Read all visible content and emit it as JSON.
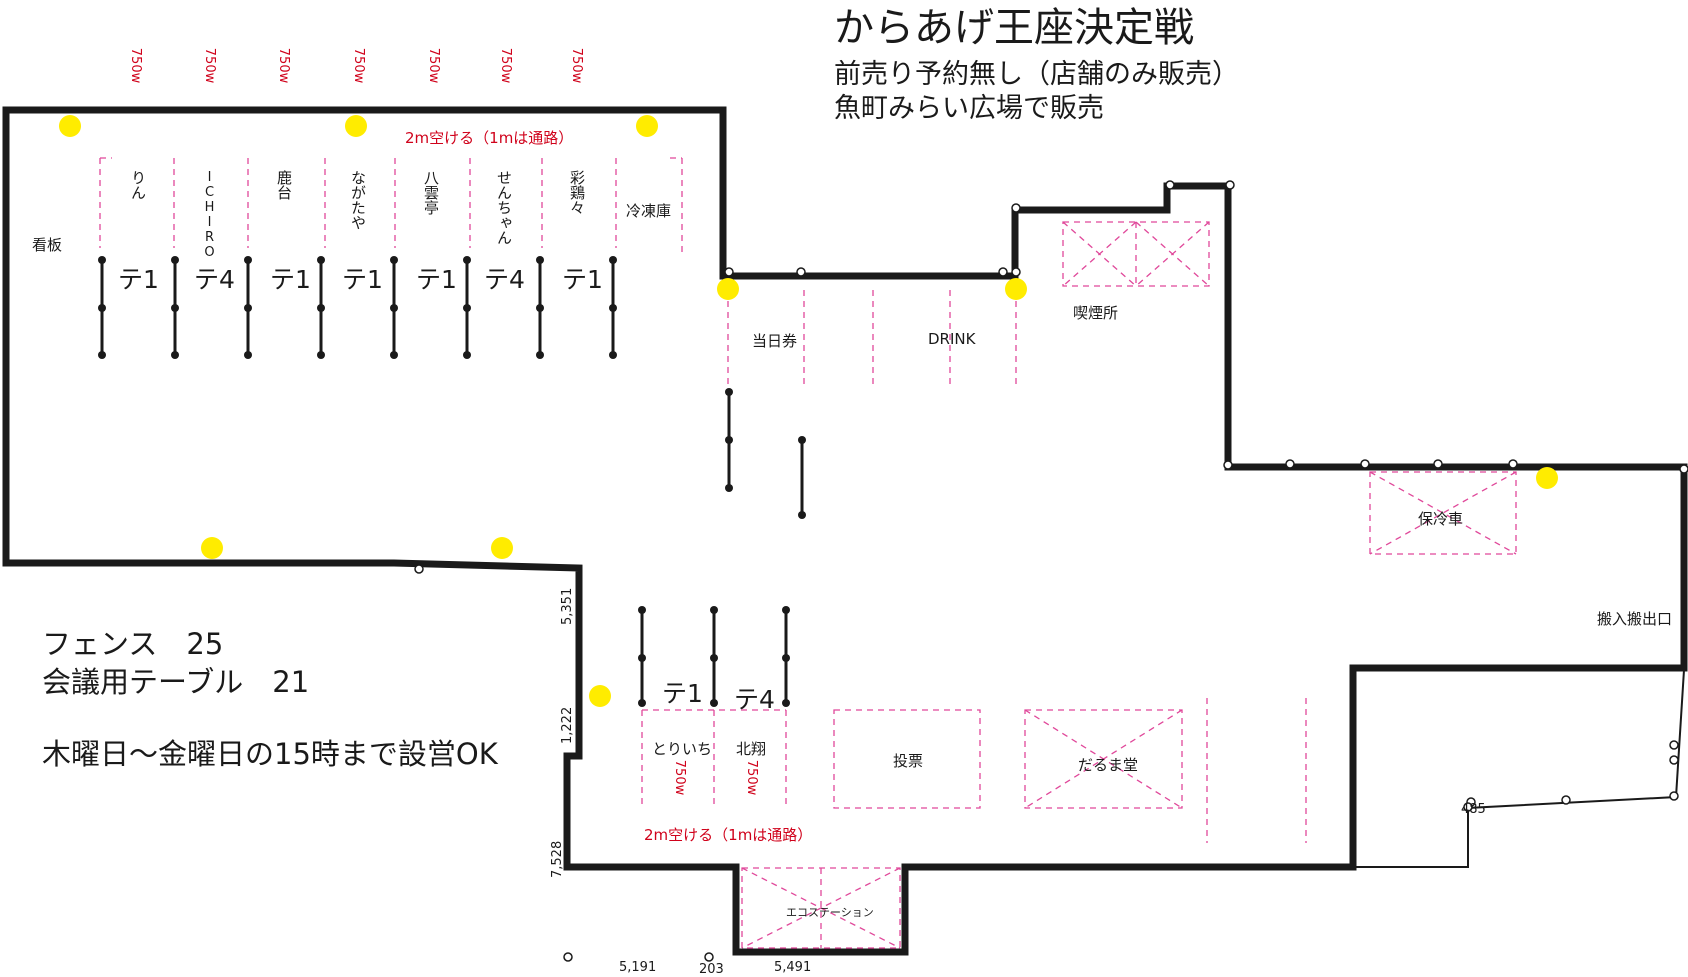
{
  "title": "からあげ王座決定戦",
  "subtitle_lines": [
    "前売り予約無し（店舗のみ販売）",
    "魚町みらい広場で販売"
  ],
  "info": {
    "fence": "フェンス　25",
    "tables": "会議用テーブル　21",
    "setup": "木曜日〜金曜日の15時まで設営OK"
  },
  "power_labels": [
    "750w",
    "750w",
    "750w",
    "750w",
    "750w",
    "750w",
    "750w"
  ],
  "top_booths": [
    "りん",
    "ICHIRO",
    "鹿台",
    "ながたや",
    "八雲亭",
    "せんちゃん",
    "彩鶏々",
    "冷凍庫"
  ],
  "top_tables": [
    "テ1",
    "テ4",
    "テ1",
    "テ1",
    "テ1",
    "テ4",
    "テ1"
  ],
  "gap_note_top": "2m空ける（1mは通路）",
  "signboard": "看板",
  "ticket": "当日券",
  "drink": "DRINK",
  "smoking": "喫煙所",
  "cold_car": "保冷車",
  "loading_exit": "搬入搬出口",
  "bottom_tables": [
    "テ1",
    "テ4"
  ],
  "bottom_booths": [
    {
      "name": "とりいち",
      "power": "750w"
    },
    {
      "name": "北翔",
      "power": "750w"
    }
  ],
  "vote": "投票",
  "daruma": "だるま堂",
  "gap_note_bottom": "2m空ける（1mは通路）",
  "eco_station": "エコステーション",
  "dimensions": {
    "d5351": "5,351",
    "d1222": "1,222",
    "d7528": "7,528",
    "d5191": "5,191",
    "d203": "203",
    "d5491": "5,491",
    "d485": "485"
  },
  "colors": {
    "outline": "#1a1a1a",
    "booth_dash": "#e0489a",
    "power_text": "#d0021b",
    "marker": "#ffec00"
  }
}
